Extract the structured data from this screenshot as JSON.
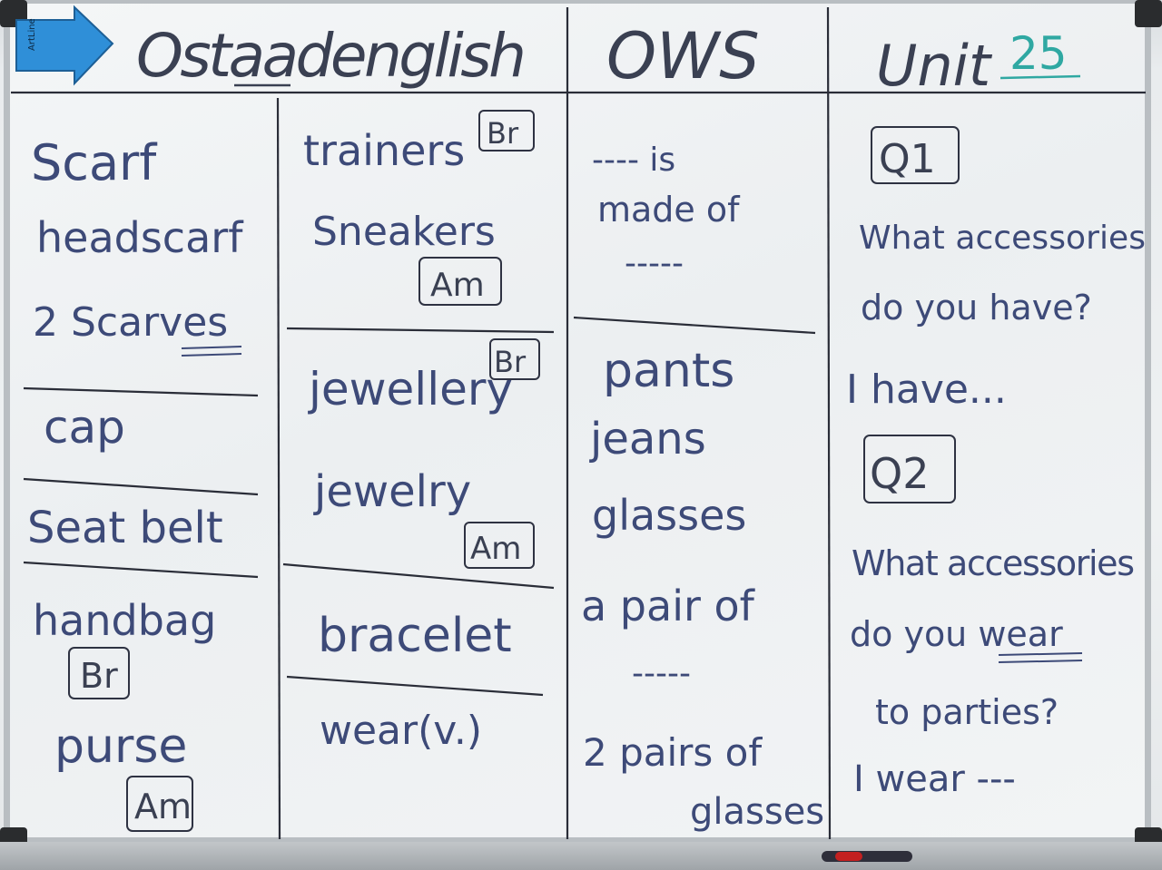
{
  "header": {
    "eraser_label": "ArtLine",
    "brand": "Ostaadenglish",
    "section": "OWS",
    "unit_label": "Unit",
    "unit_number": "25"
  },
  "column1": {
    "scarf": "Scarf",
    "headscarf": "headscarf",
    "scarves": "2 Scarves",
    "cap": "cap",
    "seat_belt": "Seat belt",
    "handbag": "handbag",
    "handbag_tag": "Br",
    "purse": "purse",
    "purse_tag": "Am"
  },
  "column2": {
    "trainers": "trainers",
    "trainers_tag": "Br",
    "sneakers": "Sneakers",
    "sneakers_tag": "Am",
    "jewellery": "jewellery",
    "jewellery_tag": "Br",
    "jewelry": "jewelry",
    "jewelry_tag": "Am",
    "bracelet": "bracelet",
    "wear": "wear(v.)"
  },
  "column3": {
    "is_line": "---- is",
    "made_of": "made of",
    "dash_line": "-----",
    "pants": "pants",
    "jeans": "jeans",
    "glasses": "glasses",
    "pair_of": "a pair of",
    "pair_dash": "-----",
    "pairs_of": "2 pairs of",
    "pairs_glasses": "glasses"
  },
  "column4": {
    "q1_tag": "Q1",
    "q1_line1": "What accessories",
    "q1_line2": "do you have?",
    "q1_answer": "I have...",
    "q2_tag": "Q2",
    "q2_line1": "What accessories",
    "q2_line2": "do you wear",
    "q2_line3": "to parties?",
    "q2_answer": "I wear ---"
  },
  "colors": {
    "ink": "#3a4052",
    "accent_teal": "#2fa8a2",
    "eraser": "#2f8fd8"
  }
}
